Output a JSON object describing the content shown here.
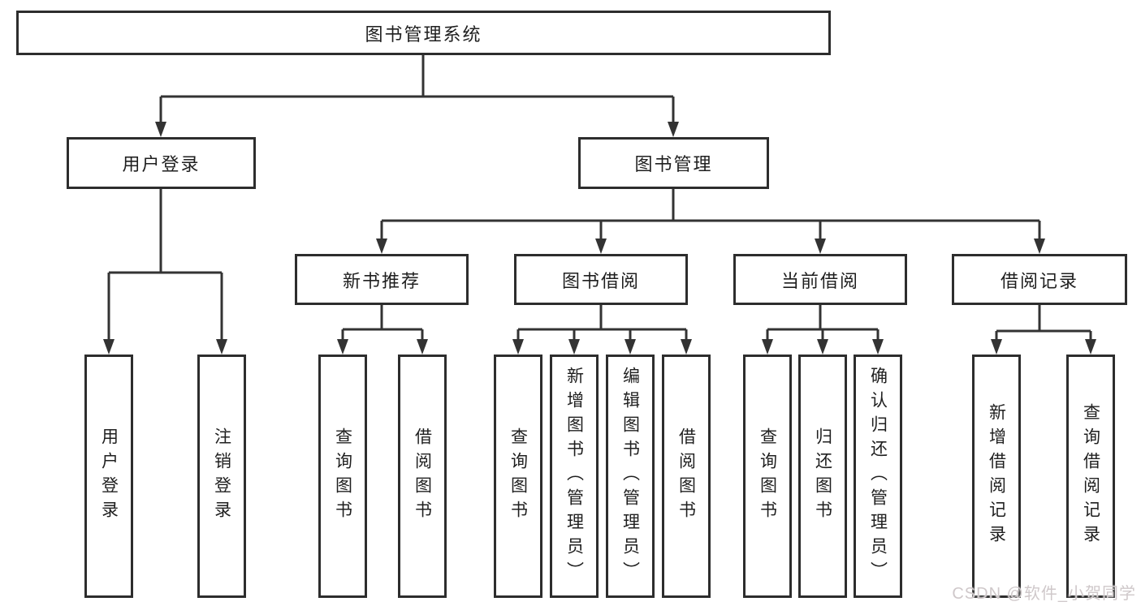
{
  "root": {
    "label": "图书管理系统"
  },
  "level2": {
    "user_login": {
      "label": "用户登录"
    },
    "book_mgmt": {
      "label": "图书管理"
    }
  },
  "level3": {
    "new_books": {
      "label": "新书推荐"
    },
    "borrowing": {
      "label": "图书借阅"
    },
    "current": {
      "label": "当前借阅"
    },
    "records": {
      "label": "借阅记录"
    }
  },
  "leaves": {
    "user_login": [
      "用户登录",
      "注销登录"
    ],
    "new_books": [
      "查询图书",
      "借阅图书"
    ],
    "borrowing": [
      "查询图书",
      "新增图书（管理员）",
      "编辑图书（管理员）",
      "借阅图书"
    ],
    "current": [
      "查询图书",
      "归还图书",
      "确认归还（管理员）"
    ],
    "records": [
      "新增借阅记录",
      "查询借阅记录"
    ]
  },
  "watermark": {
    "text": "CSDN @软件_小贺同学"
  },
  "colors": {
    "line": "#333333",
    "border": "#2d2d2d",
    "text": "#1f1f1f",
    "background": "#ffffff",
    "watermark": "#cfc8ca"
  }
}
